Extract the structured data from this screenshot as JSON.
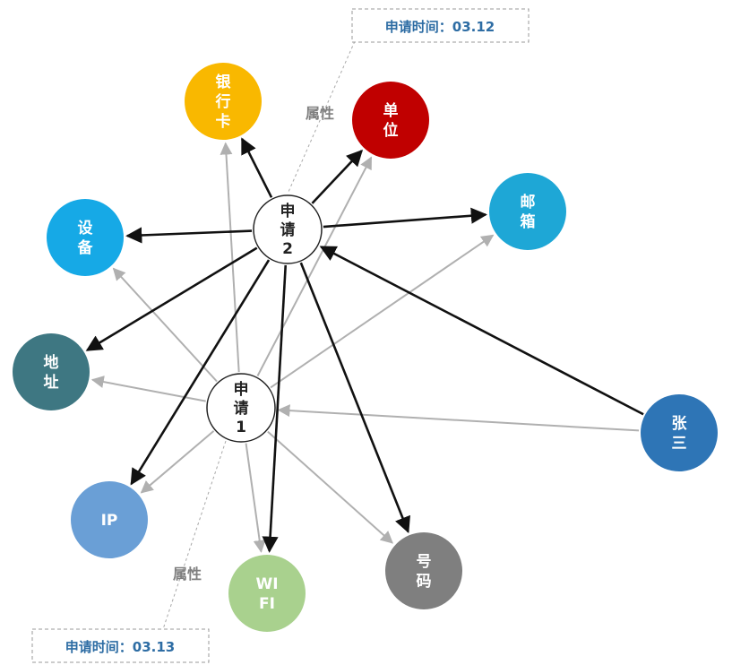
{
  "colors": {
    "black_edge": "#111111",
    "gray_edge": "#b0b0b0"
  },
  "centers": [
    {
      "id": "a2",
      "lines": [
        "申",
        "请",
        "2"
      ]
    },
    {
      "id": "a1",
      "lines": [
        "申",
        "请",
        "1"
      ]
    }
  ],
  "nodes": [
    {
      "id": "bank",
      "lines": [
        "银",
        "行",
        "卡"
      ],
      "color": "#f9b800"
    },
    {
      "id": "unit",
      "lines": [
        "单",
        "位"
      ],
      "color": "#c00000"
    },
    {
      "id": "email",
      "lines": [
        "邮",
        "箱"
      ],
      "color": "#1ea7d6"
    },
    {
      "id": "device",
      "lines": [
        "设",
        "备"
      ],
      "color": "#16a9e6"
    },
    {
      "id": "address",
      "lines": [
        "地",
        "址"
      ],
      "color": "#3e7782"
    },
    {
      "id": "ip",
      "lines": [
        "IP"
      ],
      "color": "#6a9fd6"
    },
    {
      "id": "wifi",
      "lines": [
        "WI",
        "FI"
      ],
      "color": "#a9d18e"
    },
    {
      "id": "phone",
      "lines": [
        "号",
        "码"
      ],
      "color": "#7f7f7f"
    },
    {
      "id": "zhangsan",
      "lines": [
        "张",
        "三"
      ],
      "color": "#2e75b6"
    }
  ],
  "edges_a2": [
    "bank",
    "unit",
    "email",
    "device",
    "address",
    "ip",
    "wifi",
    "phone"
  ],
  "edges_a1": [
    "bank",
    "unit",
    "email",
    "device",
    "address",
    "ip",
    "wifi",
    "phone"
  ],
  "property_labels": [
    "属性",
    "属性"
  ],
  "time_labels": [
    "申请时间：03.12",
    "申请时间：03.13"
  ]
}
